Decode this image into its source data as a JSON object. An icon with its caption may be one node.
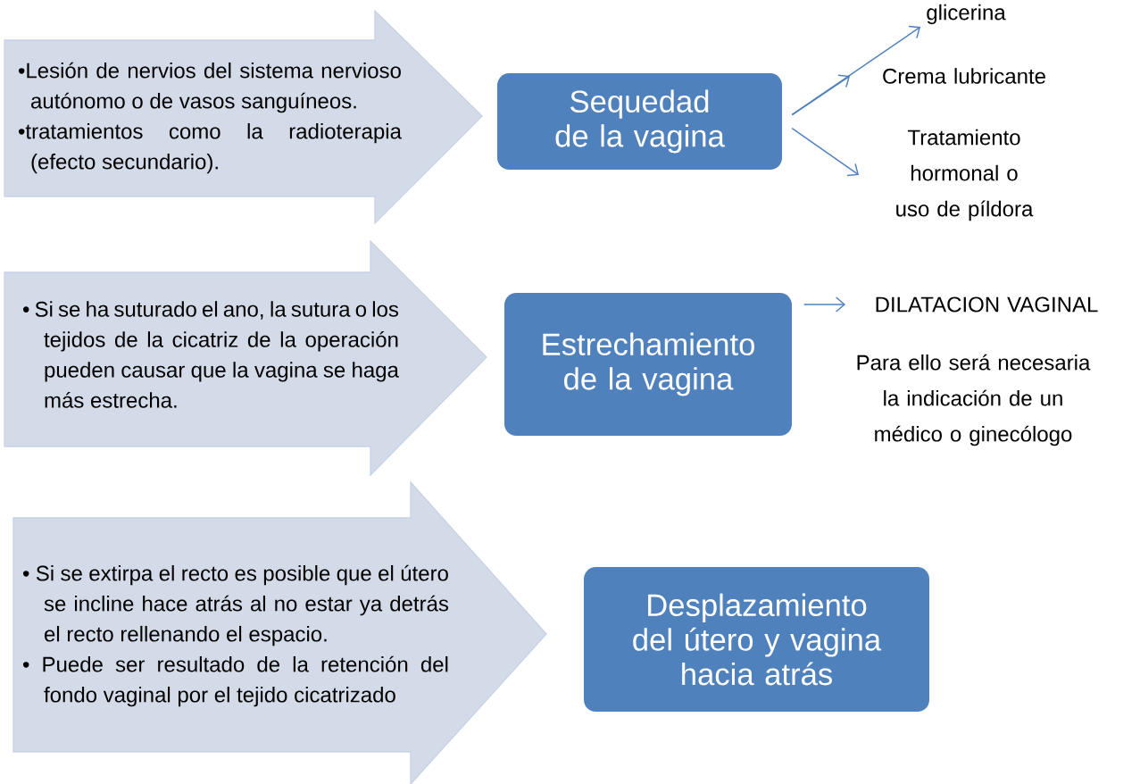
{
  "diagram": {
    "nodes": [
      {
        "text": [
          "•Lesión de nervios del sistema nervioso autónomo o de vasos sanguíneos.",
          "•tratamientos como la radioterapia (efecto secundario)."
        ]
      },
      {
        "text": [
          "Sequedad de la vagina"
        ]
      },
      {
        "text": [
          "glicerina"
        ]
      },
      {
        "text": [
          "Crema lubricante"
        ]
      },
      {
        "text": [
          "Tratamiento hormonal o uso de píldora"
        ]
      },
      {
        "text": [
          "• Si se ha suturado el ano, la sutura o los tejidos de la cicatriz de la operación pueden causar que la vagina se haga más estrecha."
        ]
      },
      {
        "text": [
          "Estrechamiento de la vagina"
        ]
      },
      {
        "text": [
          "DILATACION VAGINAL"
        ]
      },
      {
        "text": [
          "• Si se extirpa el recto es posible que el útero se incline hace atrás al no estar ya detrás el recto rellenando el espacio.",
          "• Puede ser resultado de la retención del fondo vaginal por el tejido cicatrizado"
        ]
      },
      {
        "text": [
          "Desplazamiento del útero y vagina hacia atrás"
        ]
      }
    ],
    "edges": [
      {
        "from": 1,
        "to": 2,
        "arrow": "to"
      },
      {
        "from": 1,
        "to": 3,
        "arrow": "to"
      },
      {
        "from": 1,
        "to": 4,
        "arrow": "to"
      },
      {
        "from": 6,
        "to": 7,
        "arrow": "to"
      }
    ],
    "labels": [
      "Para ello será necesaria la indicación de un médico o ginecólogo"
    ]
  }
}
